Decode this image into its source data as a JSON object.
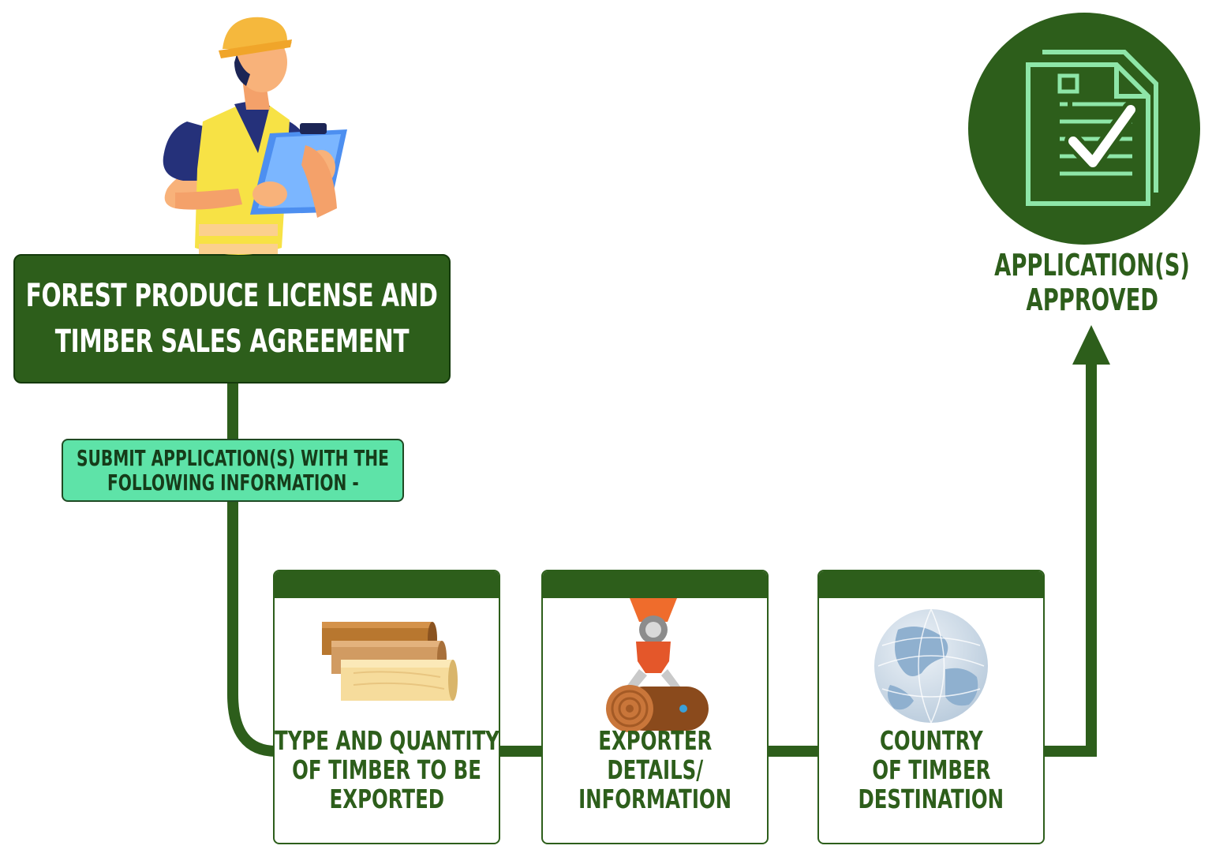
{
  "title": {
    "lines": [
      "FOREST PRODUCE LICENSE AND",
      "TIMBER SALES AGREEMENT"
    ]
  },
  "submit": {
    "lines": [
      "SUBMIT APPLICATION(S) WITH THE",
      "FOLLOWING INFORMATION -"
    ]
  },
  "steps": [
    {
      "icon": "timber-planks-icon",
      "lines": [
        "TYPE AND QUANTITY",
        "OF TIMBER TO BE",
        "EXPORTED"
      ]
    },
    {
      "icon": "log-grapple-icon",
      "lines": [
        "EXPORTER",
        "DETAILS/",
        "INFORMATION"
      ]
    },
    {
      "icon": "globe-icon",
      "lines": [
        "COUNTRY",
        "OF TIMBER",
        "DESTINATION"
      ]
    }
  ],
  "approved": {
    "icon": "approved-document-icon",
    "lines": [
      "APPLICATION(S)",
      "APPROVED"
    ]
  },
  "colors": {
    "primary_green": "#2d5e1b",
    "mint": "#5ee3a8",
    "approved_icon": "#8ee6a8"
  }
}
